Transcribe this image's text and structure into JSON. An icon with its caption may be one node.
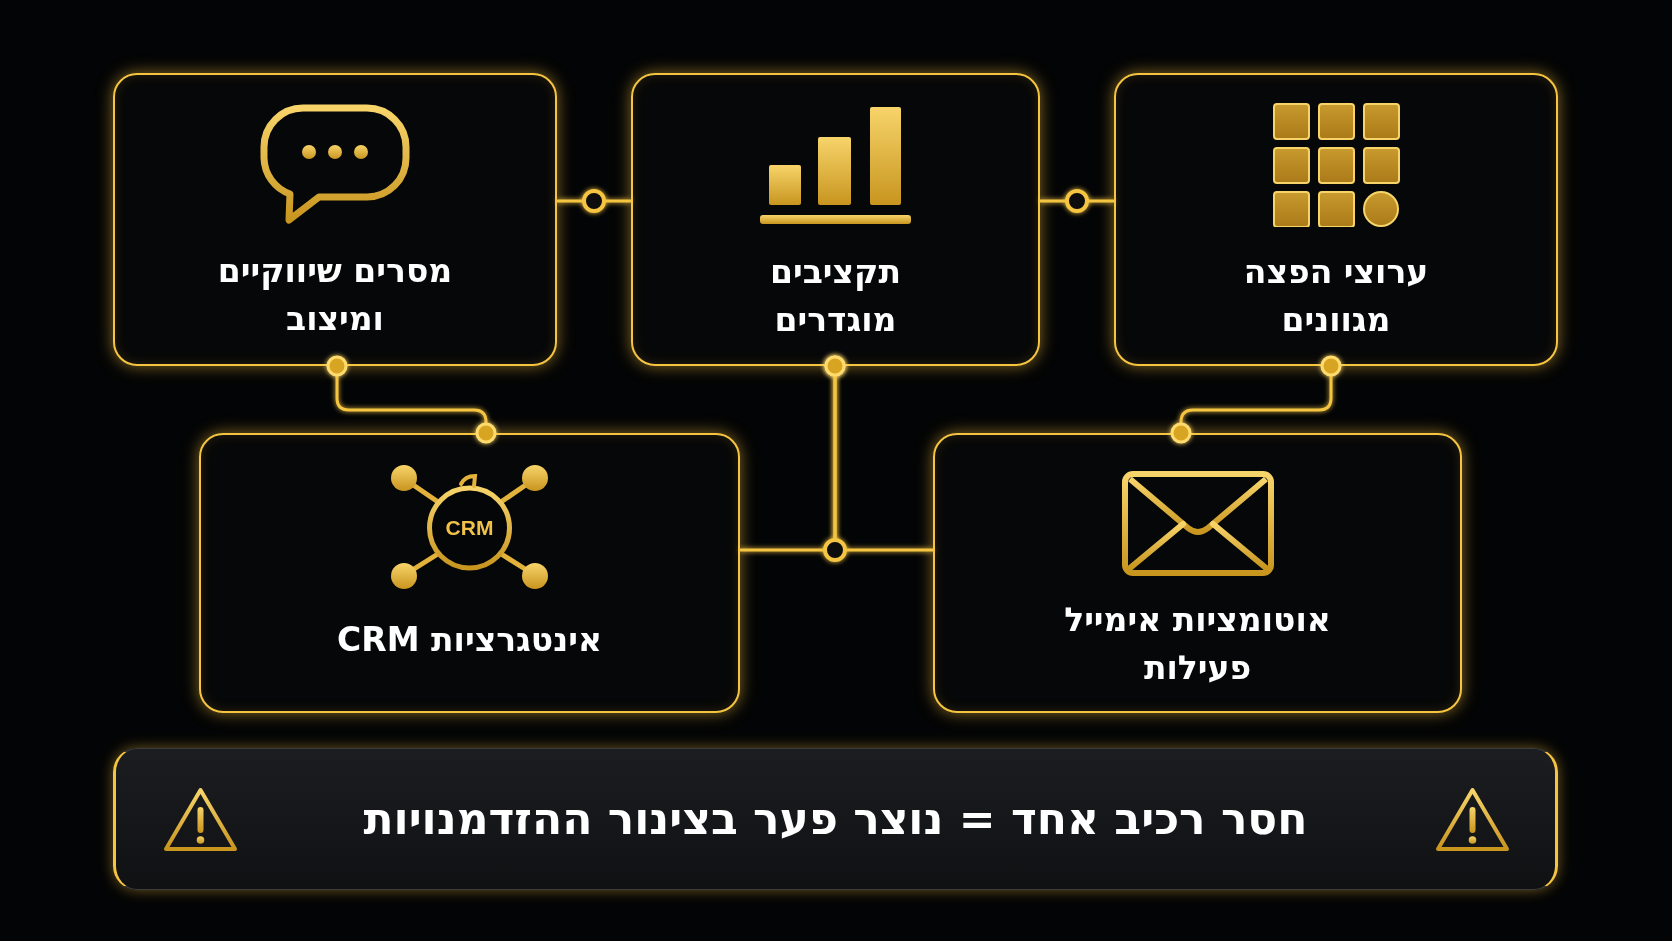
{
  "diagram": {
    "nodes": [
      {
        "text": [
          "מסרים שיווקיים ומיצוב"
        ]
      },
      {
        "text": [
          "תקציבים מוגדרים"
        ]
      },
      {
        "text": [
          "ערוצי הפצה מגוונים"
        ]
      },
      {
        "text": [
          "אינטגרציות CRM"
        ]
      },
      {
        "text": [
          "אוטומציות אימייל פעילות"
        ]
      },
      {
        "text": [
          "חסר רכיב אחד = נוצר פער בצינור ההזדמנויות"
        ]
      }
    ],
    "edges": [
      {
        "from": 0,
        "to": 1,
        "arrow": "none"
      },
      {
        "from": 1,
        "to": 2,
        "arrow": "none"
      },
      {
        "from": 0,
        "to": 3,
        "arrow": "other"
      },
      {
        "from": 2,
        "to": 4,
        "arrow": "other"
      },
      {
        "from": 1,
        "to": 3,
        "arrow": "other"
      },
      {
        "from": 1,
        "to": 4,
        "arrow": "other"
      }
    ],
    "labels": [
      "CRM"
    ]
  }
}
